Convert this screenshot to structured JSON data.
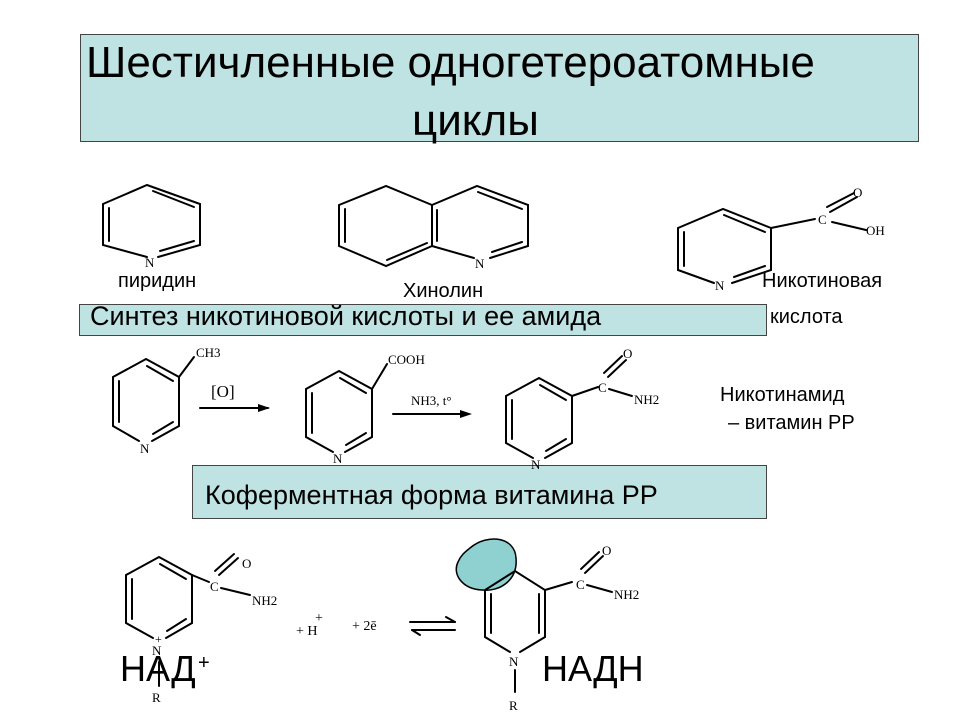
{
  "title": {
    "line1": "Шестичленные одногетероатомные",
    "line2": "циклы"
  },
  "labels": {
    "pyridine": "пиридин",
    "quinoline": "Хинолин",
    "nicotinic_acid_1": "Никотиновая",
    "nicotinic_acid_2": "кислота",
    "synthesis": "Синтез никотиновой кислоты и ее амида",
    "nicotinamide_1": "Никотинамид",
    "nicotinamide_2": "– витамин РР",
    "coenzyme": "Коферментная форма витамина РР",
    "nad": "НАД",
    "nad_plus": "+",
    "nadh": "НАДН"
  },
  "atoms": {
    "N": "N",
    "C": "C",
    "O": "O",
    "OH": "OH",
    "CH3": "CH3",
    "COOH": "COOH",
    "NH2": "NH2",
    "R": "R",
    "plus": "+"
  },
  "reagents": {
    "oxidation": "[O]",
    "ammonia": "NH3, t°",
    "proton": "+ H",
    "proton_charge": "+",
    "electrons": "+ 2ē"
  },
  "colors": {
    "box_fill": "#bfe2e2",
    "blob_fill": "#8fd0d0"
  }
}
